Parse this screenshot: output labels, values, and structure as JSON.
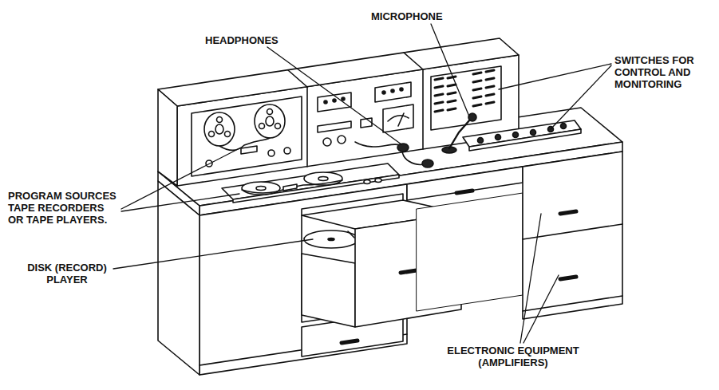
{
  "diagram": {
    "labels": [
      "HEADPHONES",
      "MICROPHONE",
      "SWITCHES FOR CONTROL AND MONITORING",
      "PROGRAM SOURCES TAPE RECORDERS OR TAPE PLAYERS.",
      "DISK (RECORD) PLAYER",
      "ELECTRONIC EQUIPMENT (AMPLIFIERS)"
    ]
  }
}
